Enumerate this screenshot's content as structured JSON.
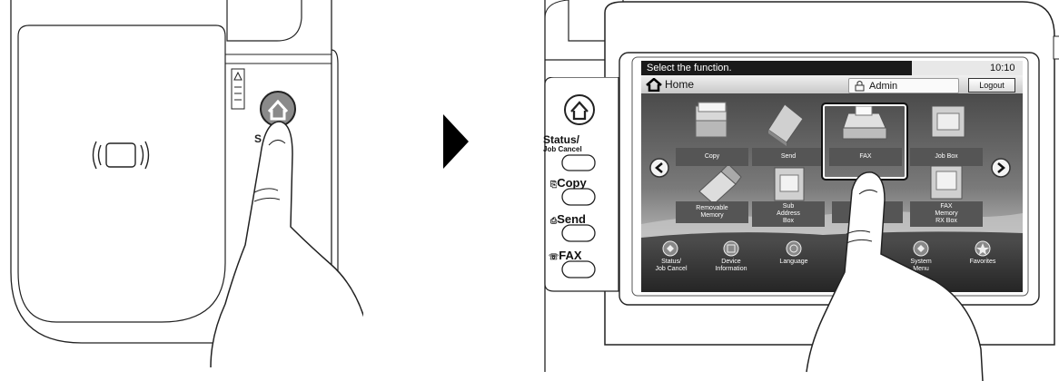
{
  "screen": {
    "prompt": "Select the function.",
    "time": "10:10",
    "home_label": "Home",
    "user_label": "Admin",
    "logout_label": "Logout"
  },
  "functions": [
    {
      "label": "Copy",
      "icon": "copier-icon"
    },
    {
      "label": "Send",
      "icon": "send-icon"
    },
    {
      "label": "FAX",
      "icon": "fax-icon"
    },
    {
      "label": "Job Box",
      "icon": "job-box-icon"
    },
    {
      "label": "Removable\nMemory",
      "icon": "usb-memory-icon"
    },
    {
      "label": "Sub\nAddress\nBox",
      "icon": "sub-address-box-icon"
    },
    {
      "label": "FAX\nMemory\nRX Box",
      "icon": "fax-memory-rx-box-icon"
    }
  ],
  "bottom_bar": [
    {
      "label": "Status/\nJob Cancel"
    },
    {
      "label": "Device\nInformation"
    },
    {
      "label": "Language"
    },
    {
      "label": "System\nMenu"
    },
    {
      "label": "Favorites"
    }
  ],
  "side_panel": {
    "status": "Status/",
    "job_cancel": "Job Cancel",
    "copy": "Copy",
    "send": "Send",
    "fax": "FAX"
  },
  "left_panel": {
    "home_key_label_partial": "S"
  }
}
